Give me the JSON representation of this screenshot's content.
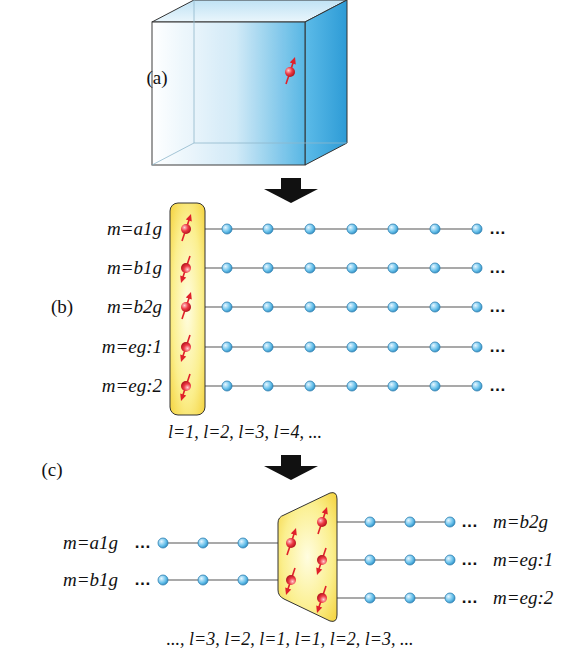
{
  "diagram": {
    "labels": [
      "(a)",
      "m=a1g",
      "m=b1g",
      "m=b2g",
      "m=eg:1",
      "m=eg:2",
      "(b)",
      "…",
      "…",
      "…",
      "…",
      "…",
      "l=1, l=2, l=3, l=4, ...",
      "(c)",
      "m=a1g",
      "m=b1g",
      "…",
      "…",
      "…",
      "…",
      "…",
      "m=b2g",
      "m=eg:1",
      "m=eg:2",
      "..., l=3, l=2, l=1, l=1, l=2, l=3, ..."
    ]
  }
}
